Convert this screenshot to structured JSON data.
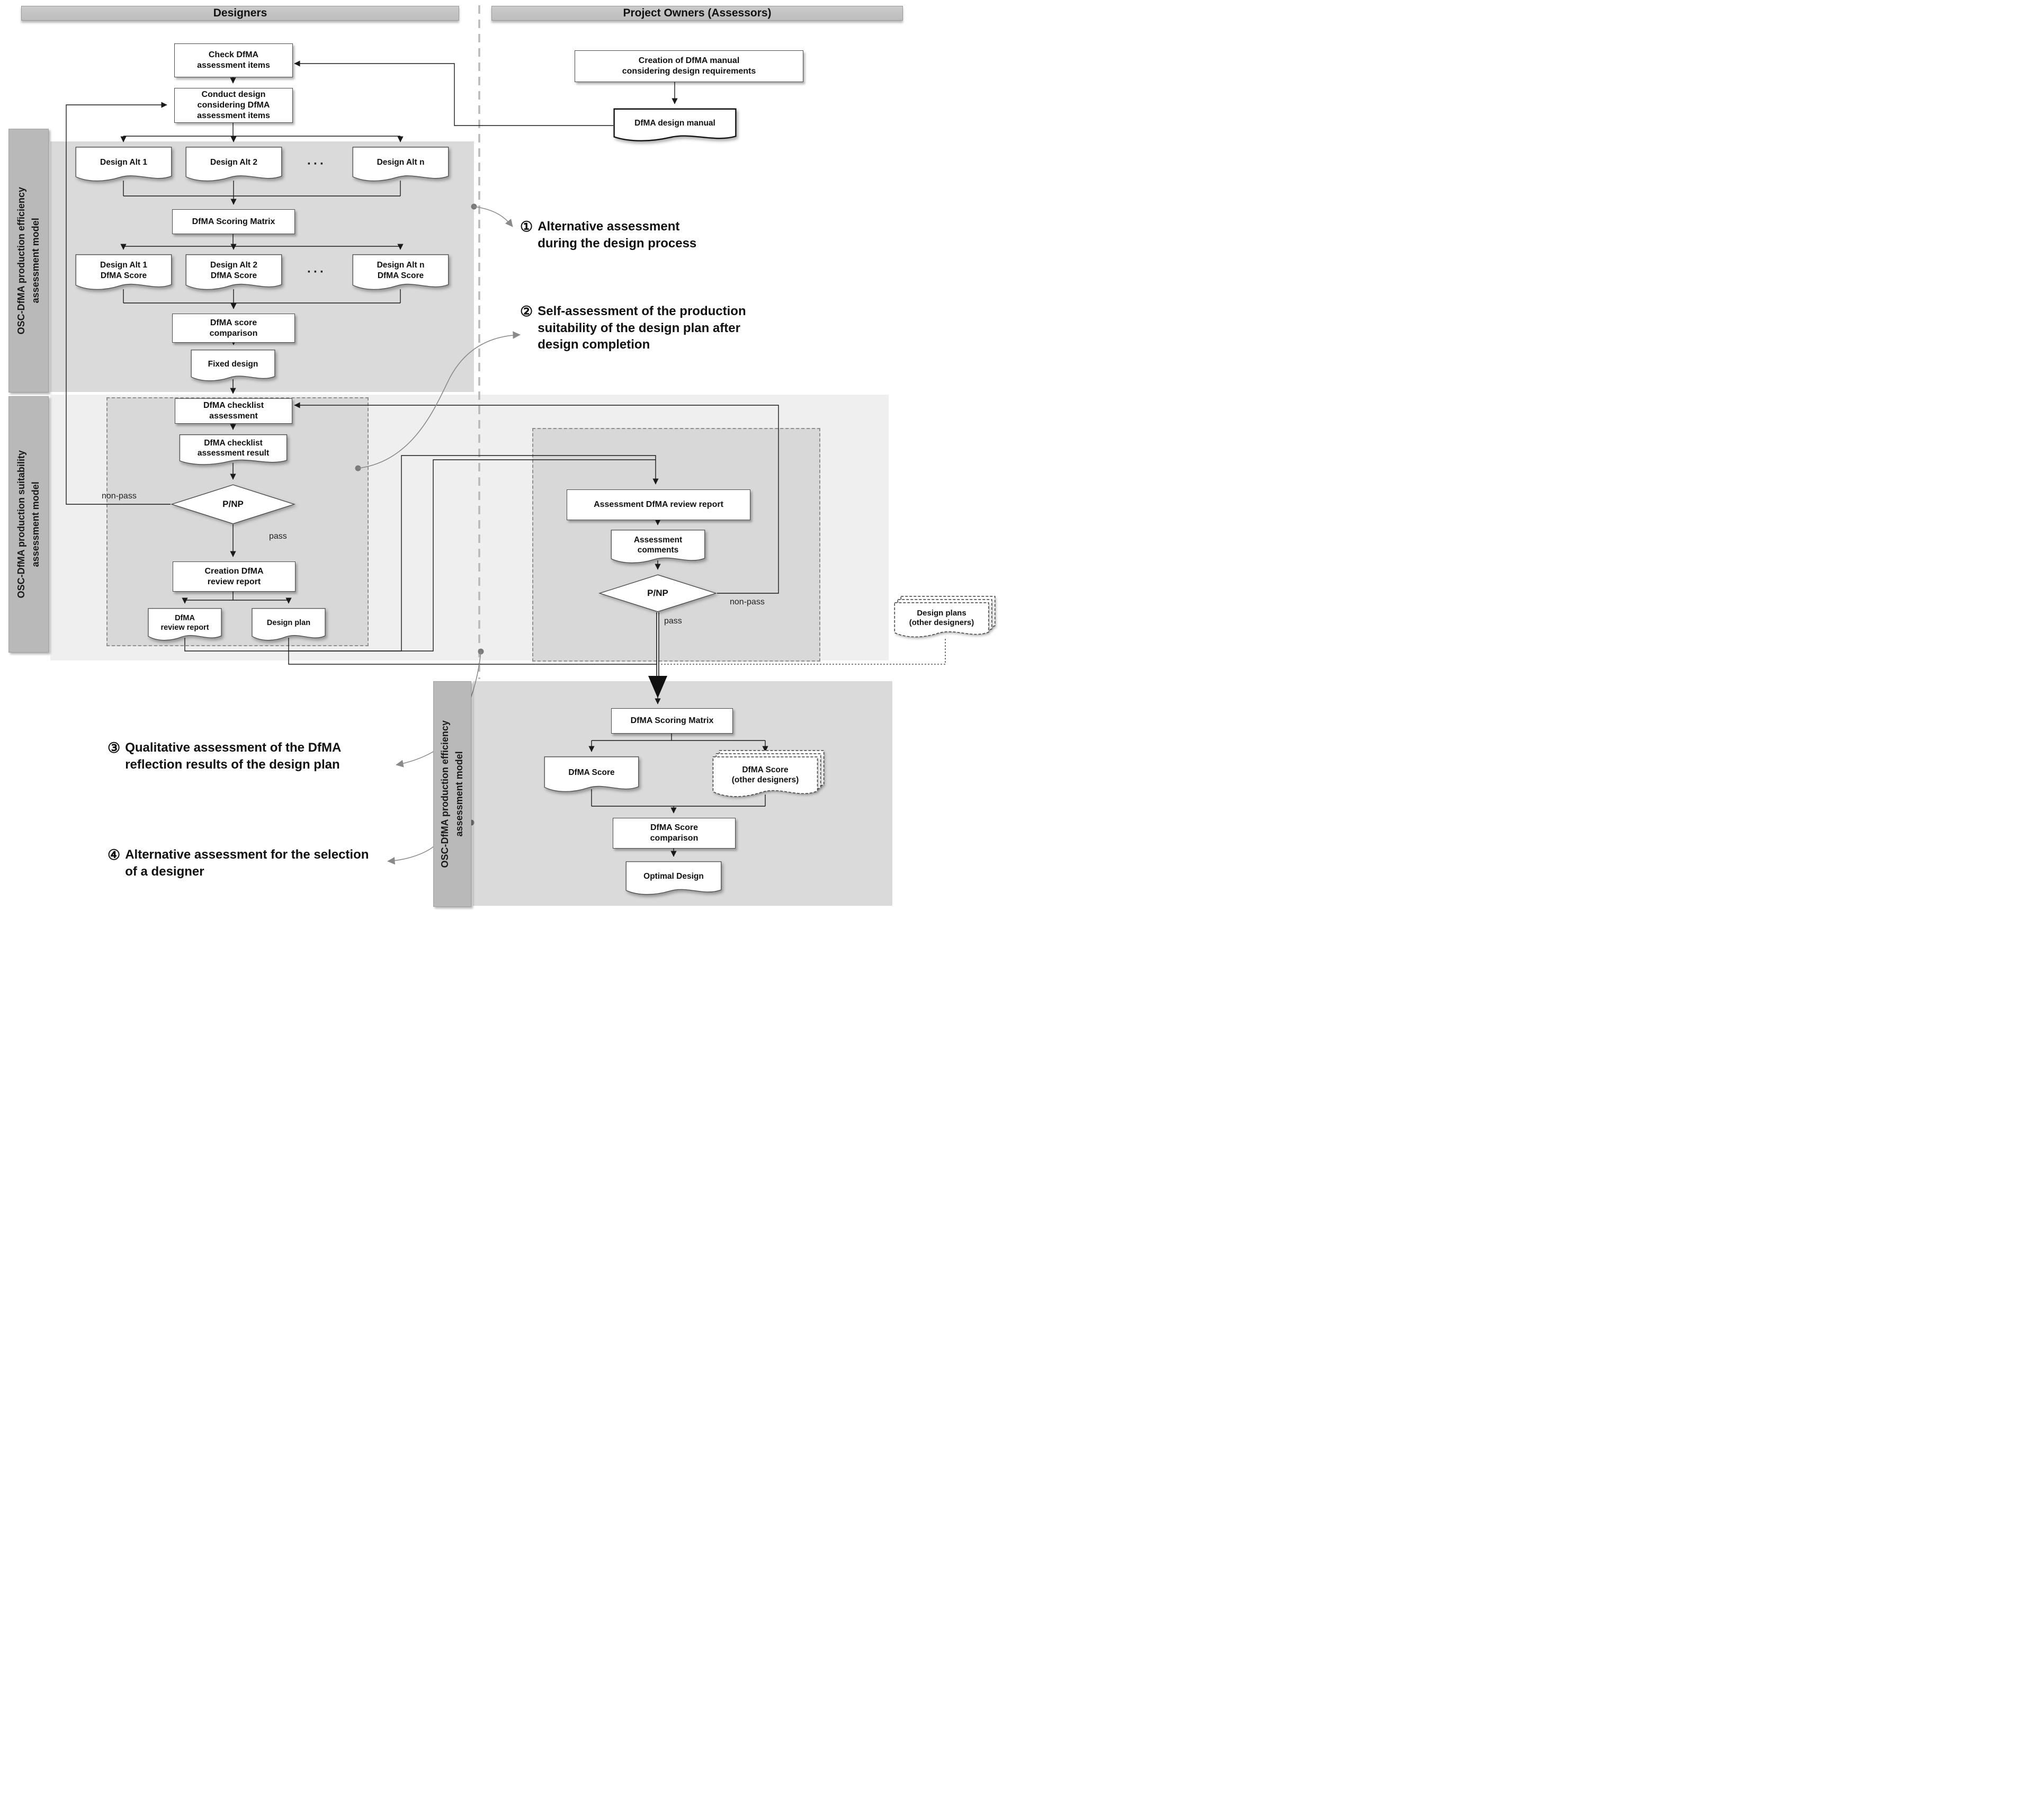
{
  "lanes": {
    "designers": "Designers",
    "owners": "Project Owners (Assessors)"
  },
  "sections": {
    "efficiency_top": "OSC-DfMA production efficiency\nassessment model",
    "suitability": "OSC-DfMA production suitability\nassessment model",
    "efficiency_bottom": "OSC-DfMA production efficiency\nassessment model"
  },
  "nodes": {
    "check": "Check DfMA\nassessment items",
    "conduct": "Conduct design\nconsidering DfMA\nassessment items",
    "alt1": "Design Alt 1",
    "alt2": "Design Alt 2",
    "altn": "Design Alt n",
    "dots1": "···",
    "dots2": "···",
    "scoring1": "DfMA Scoring Matrix",
    "score1": "Design Alt 1\nDfMA Score",
    "score2": "Design Alt 2\nDfMA Score",
    "scoren": "Design Alt n\nDfMA Score",
    "comparison1": "DfMA score\ncomparison",
    "fixed": "Fixed design",
    "checklist": "DfMA checklist\nassessment",
    "checklist_result": "DfMA checklist\nassessment result",
    "pnp1": "P/NP",
    "creation": "Creation DfMA\nreview report",
    "review_report": "DfMA\nreview report",
    "design_plan": "Design plan",
    "manual_creation": "Creation of DfMA manual\nconsidering design requirements",
    "design_manual": "DfMA design manual",
    "assessment_report": "Assessment DfMA review report",
    "assessment_comments": "Assessment\ncomments",
    "pnp2": "P/NP",
    "design_plans_other": "Design plans\n(other designers)",
    "scoring2": "DfMA Scoring Matrix",
    "dfma_score": "DfMA Score",
    "dfma_score_other": "DfMA Score\n(other designers)",
    "comparison2": "DfMA Score\ncomparison",
    "optimal": "Optimal Design"
  },
  "edge_labels": {
    "pass1": "pass",
    "nonpass1": "non-pass",
    "pass2": "pass",
    "nonpass2": "non-pass"
  },
  "annotations": {
    "a1": {
      "num": "①",
      "text": "Alternative assessment\nduring the design process"
    },
    "a2": {
      "num": "②",
      "text": "Self-assessment of the production\nsuitability of the design plan after\ndesign completion"
    },
    "a3": {
      "num": "③",
      "text": "Qualitative assessment of the DfMA\nreflection results of the design plan"
    },
    "a4": {
      "num": "④",
      "text": "Alternative assessment for the selection\nof a designer"
    }
  },
  "colors": {
    "lane_header": "#c3c3c3",
    "sidebar": "#b9b9b9",
    "panel_gray": "#dadada",
    "panel_light": "#efefef",
    "node_fill": "#ffffff",
    "line": "#1a1a1a",
    "callout": "#8a8a8a"
  }
}
